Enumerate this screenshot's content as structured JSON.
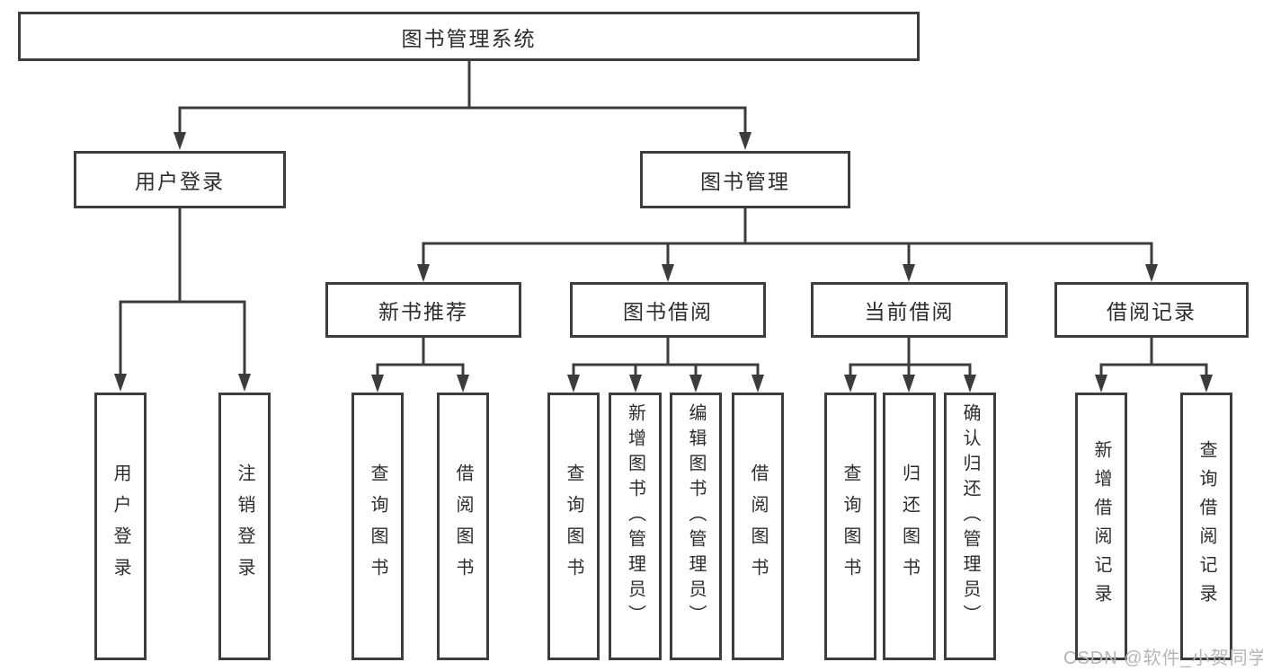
{
  "diagram": {
    "root": {
      "label": "图书管理系统"
    },
    "branches": [
      {
        "label": "用户登录",
        "children": [
          {
            "label": "用户登录"
          },
          {
            "label": "注销登录"
          }
        ]
      },
      {
        "label": "图书管理",
        "children": [
          {
            "label": "新书推荐",
            "children": [
              {
                "label": "查询图书"
              },
              {
                "label": "借阅图书"
              }
            ]
          },
          {
            "label": "图书借阅",
            "children": [
              {
                "label": "查询图书"
              },
              {
                "label": "新增图书（管理员）"
              },
              {
                "label": "编辑图书（管理员）"
              },
              {
                "label": "借阅图书"
              }
            ]
          },
          {
            "label": "当前借阅",
            "children": [
              {
                "label": "查询图书"
              },
              {
                "label": "归还图书"
              },
              {
                "label": "确认归还（管理员）"
              }
            ]
          },
          {
            "label": "借阅记录",
            "children": [
              {
                "label": "新增借阅记录"
              },
              {
                "label": "查询借阅记录"
              }
            ]
          }
        ]
      }
    ],
    "watermark": "CSDN @软件_小贺同学"
  },
  "colors": {
    "background": "#ffffff",
    "line": "#3c3c3c",
    "box_border": "#3e3e3e",
    "box_fill": "#ffffff",
    "text": "#2d2d2d",
    "watermark": "#b5b5b5"
  }
}
